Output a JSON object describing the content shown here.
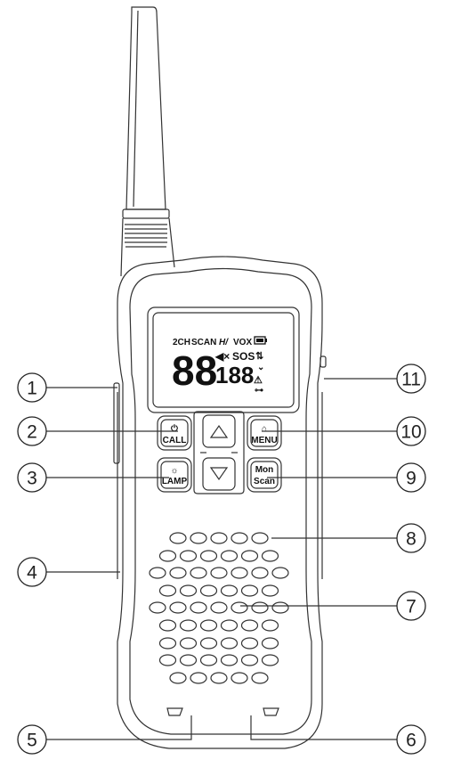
{
  "callouts": [
    "1",
    "2",
    "3",
    "4",
    "5",
    "6",
    "7",
    "8",
    "9",
    "10",
    "11"
  ],
  "lcd": {
    "status_items": [
      "2CH",
      "SCAN",
      "H/",
      "VOX"
    ],
    "channel_digits": "88",
    "sos": "SOS",
    "freq_digits": "188"
  },
  "buttons": {
    "call": "CALL",
    "lamp": "LAMP",
    "menu": "MENU",
    "mon": "Mon",
    "scan": "Scan"
  }
}
